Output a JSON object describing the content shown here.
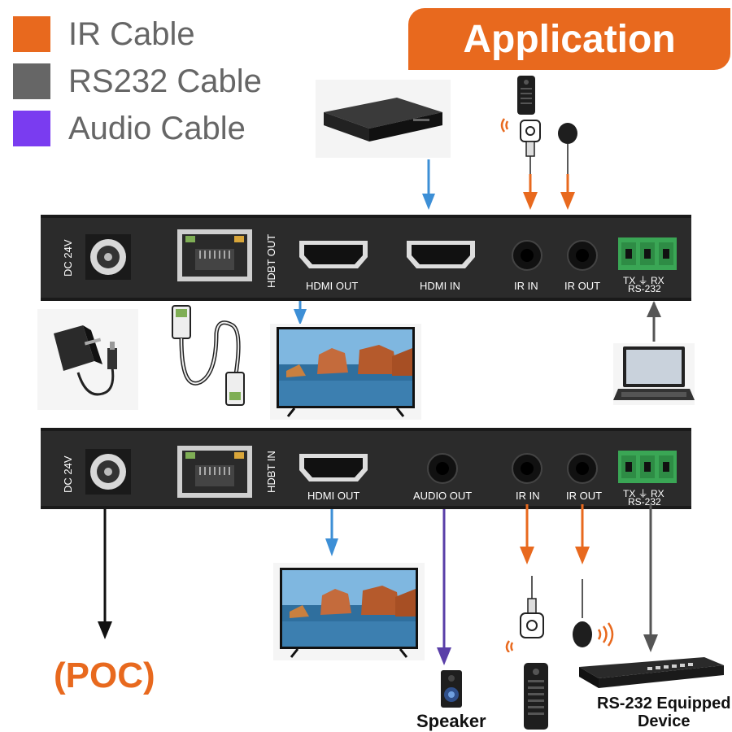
{
  "legend": [
    {
      "label": "IR Cable",
      "color": "#e8691e"
    },
    {
      "label": "RS232 Cable",
      "color": "#666666"
    },
    {
      "label": "Audio Cable",
      "color": "#7a3cf0"
    }
  ],
  "banner": {
    "title": "Application",
    "color": "#e8691e"
  },
  "transmitter": {
    "dc_label": "DC 24V",
    "hdbt_label": "HDBT OUT",
    "hdmi_out_label": "HDMI OUT",
    "hdmi_in_label": "HDMI IN",
    "ir_in_label": "IR IN",
    "ir_out_label": "IR OUT",
    "rs232_pins": "TX  ⏚  RX",
    "rs232_label": "RS-232"
  },
  "receiver": {
    "dc_label": "DC 24V",
    "hdbt_label": "HDBT IN",
    "hdmi_out_label": "HDMI OUT",
    "audio_out_label": "AUDIO OUT",
    "ir_in_label": "IR IN",
    "ir_out_label": "IR OUT",
    "rs232_pins": "TX  ⏚  RX",
    "rs232_label": "RS-232"
  },
  "captions": {
    "poc": "(POC)",
    "speaker": "Speaker",
    "rs232_device": "RS-232 Equipped\nDevice"
  },
  "colors": {
    "hdmi_arrow": "#3d8fd6",
    "ir_arrow": "#e8691e",
    "rs232_arrow": "#555555",
    "audio_arrow": "#5a3fa8",
    "unit": "#2b2b2b",
    "terminal": "#3aa655"
  }
}
